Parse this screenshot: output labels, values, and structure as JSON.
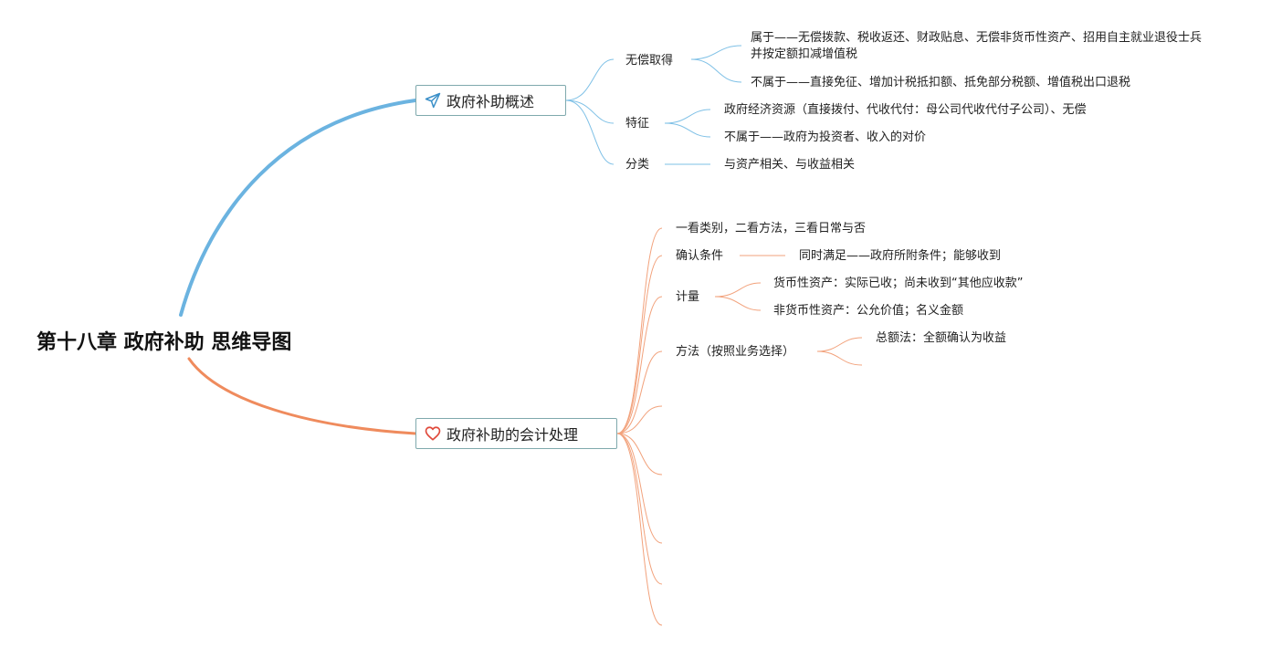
{
  "root": {
    "title": "第十八章 政府补助 思维导图"
  },
  "colors": {
    "blue_branch": "#6bb3e0",
    "orange_branch": "#ef8b5d",
    "box_border": "#7fa9ad",
    "heart": "#e04a3c",
    "plane": "#3a8fc8"
  },
  "branch1": {
    "title": "政府补助概述",
    "icon": "paper-plane-icon",
    "wuchang": {
      "label": "无偿取得",
      "belongs": "属于——无偿拨款、税收返还、财政贴息、无偿非货币性资产、招用自主就业退役士兵并按定额扣减增值税",
      "not_belongs": "不属于——直接免征、增加计税抵扣额、抵免部分税额、增值税出口退税"
    },
    "tezheng": {
      "label": "特征",
      "item1": "政府经济资源（直接拨付、代收代付：母公司代收代付子公司）、无偿",
      "item2": "不属于——政府为投资者、收入的对价"
    },
    "fenlei": {
      "label": "分类",
      "item": "与资产相关、与收益相关"
    }
  },
  "branch2": {
    "title": "政府补助的会计处理",
    "icon": "heart-icon",
    "tip": "一看类别，二看方法，三看日常与否",
    "queren": {
      "label": "确认条件",
      "item": "同时满足——政府所附条件；能够收到"
    },
    "jiliang": {
      "label": "计量",
      "item1": "货币性资产：实际已收；尚未收到“其他应收款”",
      "item2": "非货币性资产：公允价值；名义金额"
    },
    "fangfa": {
      "label": "方法（按照业务选择）",
      "item1": "总额法：全额确认为收益"
    }
  }
}
